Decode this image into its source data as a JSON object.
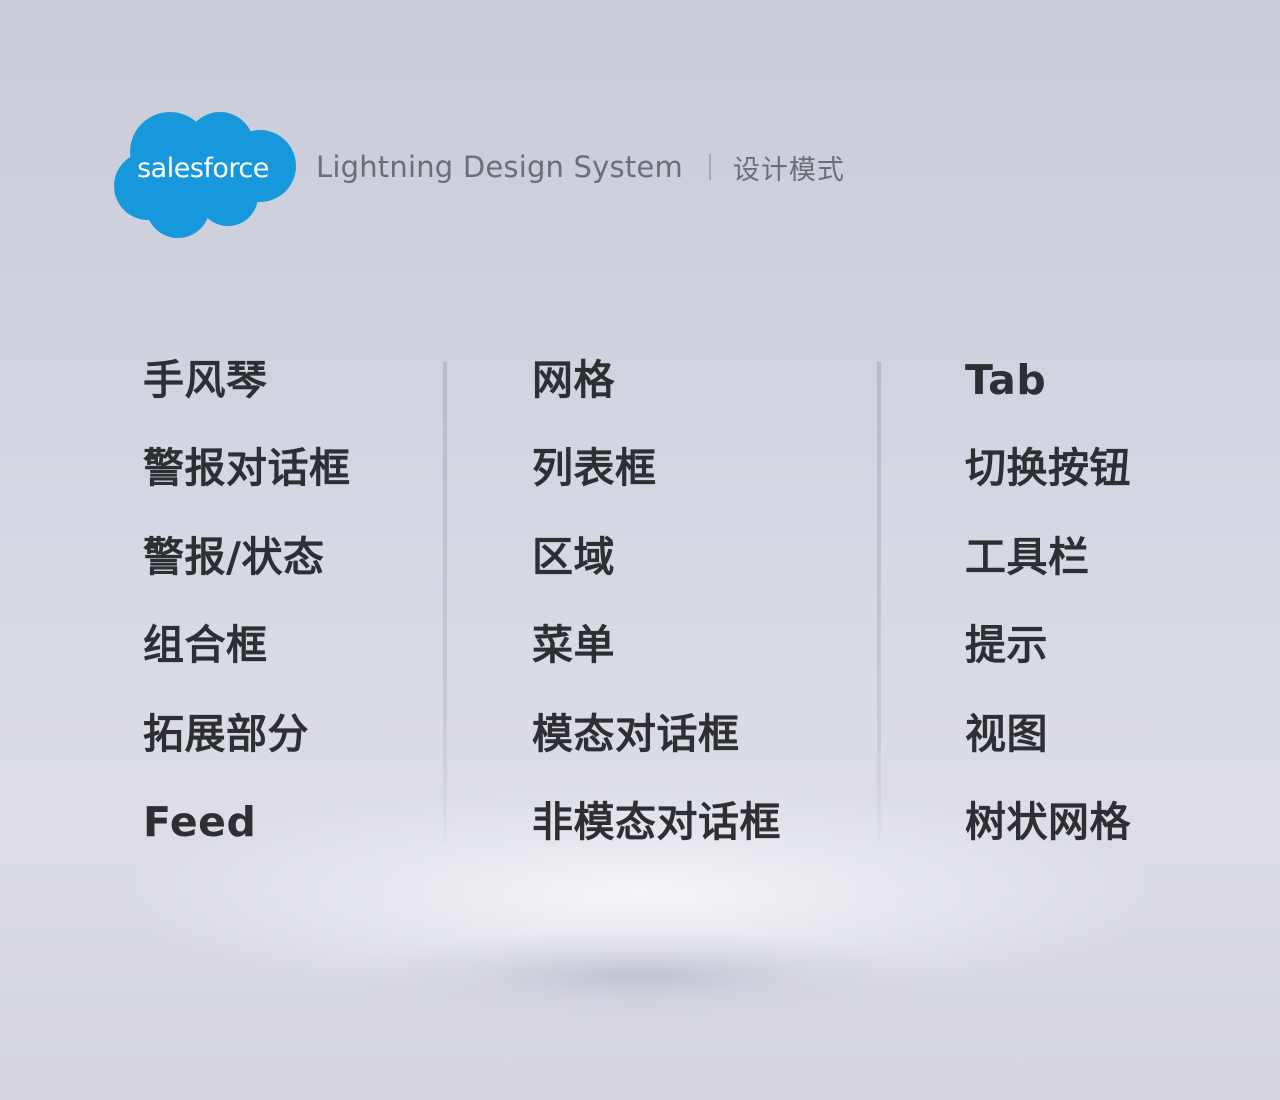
{
  "header": {
    "brand": "salesforce",
    "brand_color": "#1798dc",
    "product": "Lightning Design System",
    "separator": "|",
    "subtitle": "设计模式"
  },
  "columns": [
    {
      "items": [
        "手风琴",
        "警报对话框",
        "警报/状态",
        "组合框",
        "拓展部分",
        "Feed"
      ]
    },
    {
      "items": [
        "网格",
        "列表框",
        "区域",
        "菜单",
        "模态对话框",
        "非模态对话框"
      ]
    },
    {
      "items": [
        "Tab",
        "切换按钮",
        "工具栏",
        "提示",
        "视图",
        "树状网格"
      ]
    }
  ]
}
